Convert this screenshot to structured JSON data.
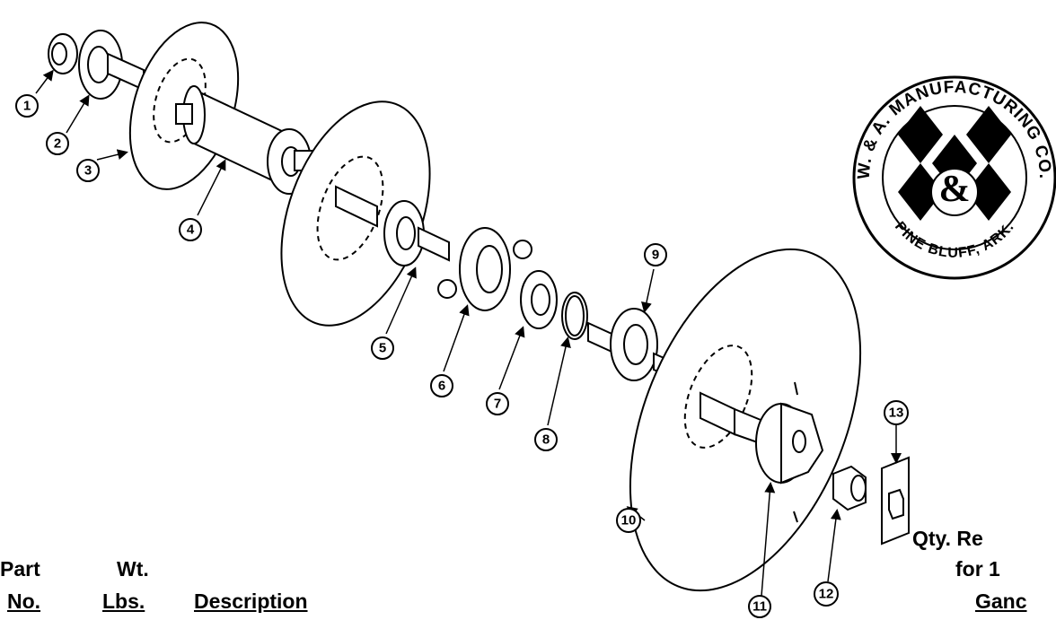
{
  "diagram": {
    "callouts": [
      "1",
      "2",
      "3",
      "4",
      "5",
      "6",
      "7",
      "8",
      "9",
      "10",
      "11",
      "12",
      "13"
    ]
  },
  "logo": {
    "top_text": "W. & A. MANUFACTURING CO.",
    "bottom_text": "PINE BLUFF, ARK.",
    "ampersand": "&"
  },
  "table_header": {
    "part_line1": "Part",
    "part_line2": "No.",
    "wt_line1": "Wt.",
    "wt_line2": "Lbs.",
    "description": "Description",
    "qty_line1": "Qty. Re",
    "qty_line2": "for 1",
    "qty_line3": "Ganc"
  }
}
